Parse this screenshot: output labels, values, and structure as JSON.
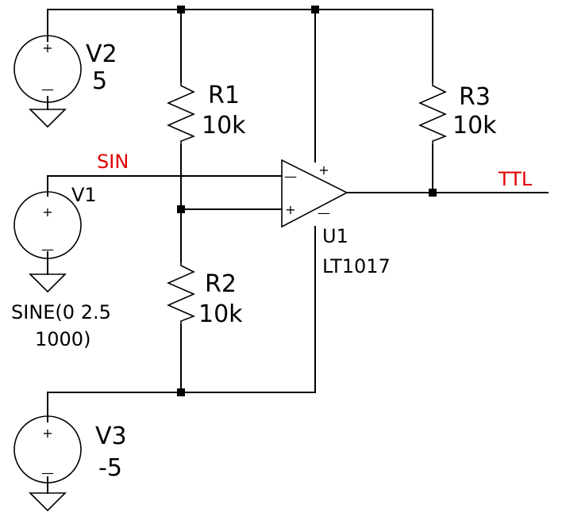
{
  "colors": {
    "wire": "#000000",
    "net_label": "#e00000",
    "junction": "#000000"
  },
  "components": {
    "v2": {
      "ref": "V2",
      "value": "5",
      "plus": "+",
      "minus": "—"
    },
    "v1": {
      "ref": "V1",
      "value_line1": "SINE(0 2.5",
      "value_line2": "1000)",
      "plus": "+",
      "minus": "—"
    },
    "v3": {
      "ref": "V3",
      "value": "-5",
      "plus": "+",
      "minus": "—"
    },
    "r1": {
      "ref": "R1",
      "value": "10k"
    },
    "r2": {
      "ref": "R2",
      "value": "10k"
    },
    "r3": {
      "ref": "R3",
      "value": "10k"
    },
    "u1": {
      "ref": "U1",
      "value": "LT1017",
      "in_minus": "—",
      "in_plus": "+",
      "vplus": "+",
      "vminus": "—"
    }
  },
  "nets": {
    "sin": "SIN",
    "ttl": "TTL"
  }
}
